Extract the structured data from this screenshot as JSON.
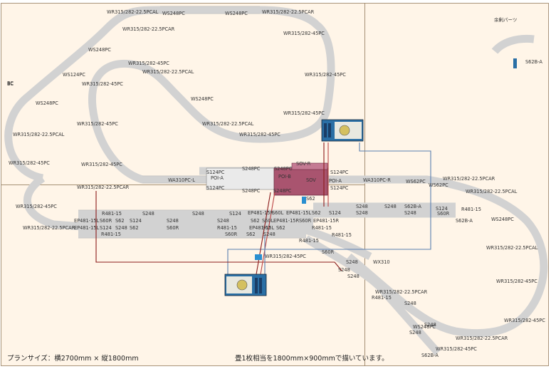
{
  "plan": {
    "footer_left": "プランサイズ：横2700mm × 縦1800mm",
    "footer_right": "畳1枚相当を1800mm×900mmで描いています。",
    "spare_parts_title": "余剰パーツ"
  },
  "labels": [
    "WR315/282-22.5PCAL",
    "WS248PC",
    "WS248PC",
    "WR315/282-22.5PCAR",
    "WR315/282-22.5PCAR",
    "WR315/282-45PC",
    "WS248PC",
    "WR315/282-45PC",
    "WR315/282-45PC",
    "WR315/282-22.5PCAL",
    "WS124PC",
    "WR315/282-45PC",
    "WS248PC",
    "WS248PC",
    "WR315/282-45PC",
    "WR315/282-45PC",
    "WR315/282-22.5PCAL",
    "WR315/282-22.5PCAL",
    "WR315/282-45PC",
    "WR315/282-45PC",
    "WR315/282-45PC",
    "WR315/282-22.5PCAR",
    "S248PC",
    "S248PC",
    "SOV-R",
    "S124PC",
    "S124PC",
    "POI-A",
    "POI-A",
    "WA310PC-L",
    "POI-B",
    "SOV",
    "S124PC",
    "S124PC",
    "S248PC",
    "S248PC",
    "WA310PC-R",
    "WS62PC",
    "WS62PC",
    "WR315/282-22.5PCAR",
    "WR315/282-22.5PCAL",
    "WR315/282-45PC",
    "WR315/282-22.5PCAR",
    "R481-15",
    "S248",
    "S248",
    "S124",
    "EP481-15R",
    "S60L",
    "EP481-15L",
    "EP481-15L",
    "S60R",
    "S62",
    "S124",
    "S248",
    "S248",
    "S62",
    "S60L",
    "EP481-15R",
    "S60R",
    "S62",
    "S124",
    "S248",
    "S248",
    "S124",
    "S60R",
    "EP481-15L",
    "S124",
    "S248",
    "S62",
    "S60R",
    "R481-15",
    "EP481-15L",
    "S62",
    "S62",
    "R481-15",
    "R481-15",
    "R481-15",
    "S60R",
    "S248",
    "S248",
    "S248",
    "WR315/282-22.5PCAR",
    "R481-15",
    "S248",
    "S248",
    "S62B-A",
    "R481-15",
    "S62B-A",
    "WS248PC",
    "WR315/282-22.5PCAL",
    "EP481-15R",
    "R481-15",
    "WX310",
    "S60R",
    "S62",
    "S248",
    "S248",
    "WS248PC",
    "S248",
    "S248",
    "WR315/282-22.5PCAR",
    "WR315/282-45PC",
    "WR315/282-45PC",
    "WR315/282-45PC",
    "S62B-A",
    "S62B-A",
    "WR315/282-45PC",
    "S62",
    "BC",
    "BC"
  ]
}
